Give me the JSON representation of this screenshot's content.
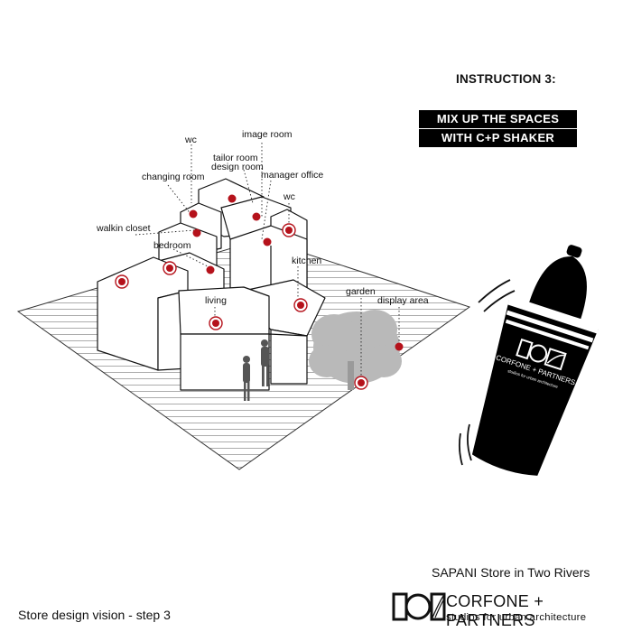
{
  "instruction": {
    "title": "INSTRUCTION 3:",
    "banner_line1": "MIX UP THE SPACES",
    "banner_line2": "WITH C+P SHAKER"
  },
  "room_labels": {
    "image_room": "image room",
    "wc_top": "wc",
    "tailor_room": "tailor room",
    "design_room": "design room",
    "manager_office": "manager office",
    "changing_room": "changing room",
    "wc_right": "wc",
    "walkin_closet": "walkin closet",
    "bedroom": "bedroom",
    "kitchen": "kitchen",
    "garden": "garden",
    "display_area": "display area",
    "living": "living"
  },
  "shaker": {
    "brand_text": "CORFONE + PARTNERS",
    "tagline": "studios for urban architecture"
  },
  "footer": {
    "store_name": "SAPANI Store in Two Rivers",
    "caption": "Store design vision - step 3",
    "logo_name": "CORFONE + PARTNERS",
    "logo_tagline": "studios for urban architecture"
  },
  "colors": {
    "marker": "#b5121b",
    "ink": "#111111"
  }
}
